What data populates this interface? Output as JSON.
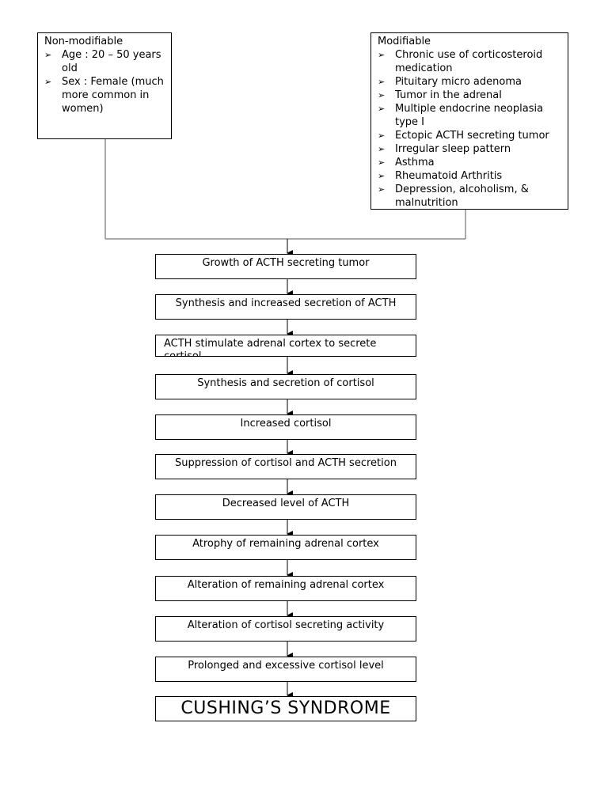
{
  "non_modifiable": {
    "title": "Non-modifiable",
    "items": [
      "Age : 20 – 50 years old",
      "Sex : Female (much more common in women)"
    ]
  },
  "modifiable": {
    "title": "Modifiable",
    "items": [
      "Chronic use of corticosteroid medication",
      "Pituitary micro adenoma",
      "Tumor in the adrenal",
      "Multiple endocrine neoplasia type I",
      "Ectopic ACTH secreting tumor",
      "Irregular sleep pattern",
      "Asthma",
      "Rheumatoid Arthritis",
      "Depression, alcoholism, & malnutrition"
    ]
  },
  "steps": [
    "Growth of ACTH secreting tumor",
    "Synthesis and increased secretion of ACTH",
    "ACTH stimulate adrenal cortex to secrete cortisol",
    "Synthesis and secretion of cortisol",
    "Increased cortisol",
    "Suppression of cortisol and ACTH secretion",
    "Decreased level of ACTH",
    "Atrophy of remaining adrenal cortex",
    "Alteration of remaining adrenal cortex",
    "Alteration of cortisol secreting activity",
    "Prolonged and excessive cortisol level"
  ],
  "outcome": "CUSHING’S SYNDROME",
  "bullet_glyph": "➢"
}
